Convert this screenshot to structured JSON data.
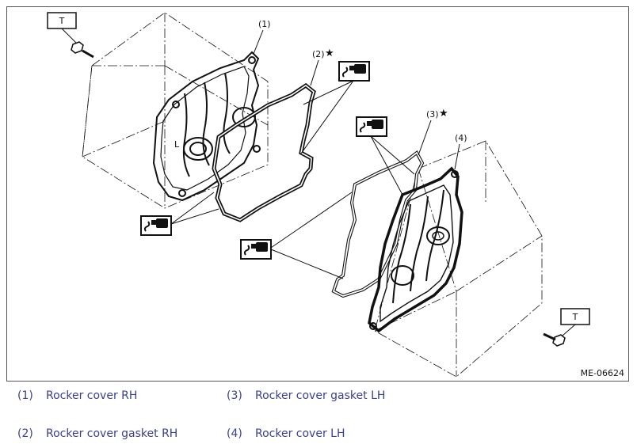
{
  "figure": {
    "code": "ME-06624",
    "torque_marker": "T",
    "callouts": [
      {
        "id": "1",
        "text": "(1)"
      },
      {
        "id": "2",
        "text": "(2)",
        "star": "★"
      },
      {
        "id": "3",
        "text": "(3)",
        "star": "★"
      },
      {
        "id": "4",
        "text": "(4)"
      }
    ],
    "sealant_icon": "sealant-tube-icon"
  },
  "legend": [
    {
      "num": "(1)",
      "label": "Rocker cover RH"
    },
    {
      "num": "(2)",
      "label": "Rocker cover gasket RH"
    },
    {
      "num": "(3)",
      "label": "Rocker cover gasket LH"
    },
    {
      "num": "(4)",
      "label": "Rocker cover LH"
    }
  ],
  "colors": {
    "line": "#111111",
    "legend_text": "#3a3f8f",
    "frame": "#555555"
  }
}
